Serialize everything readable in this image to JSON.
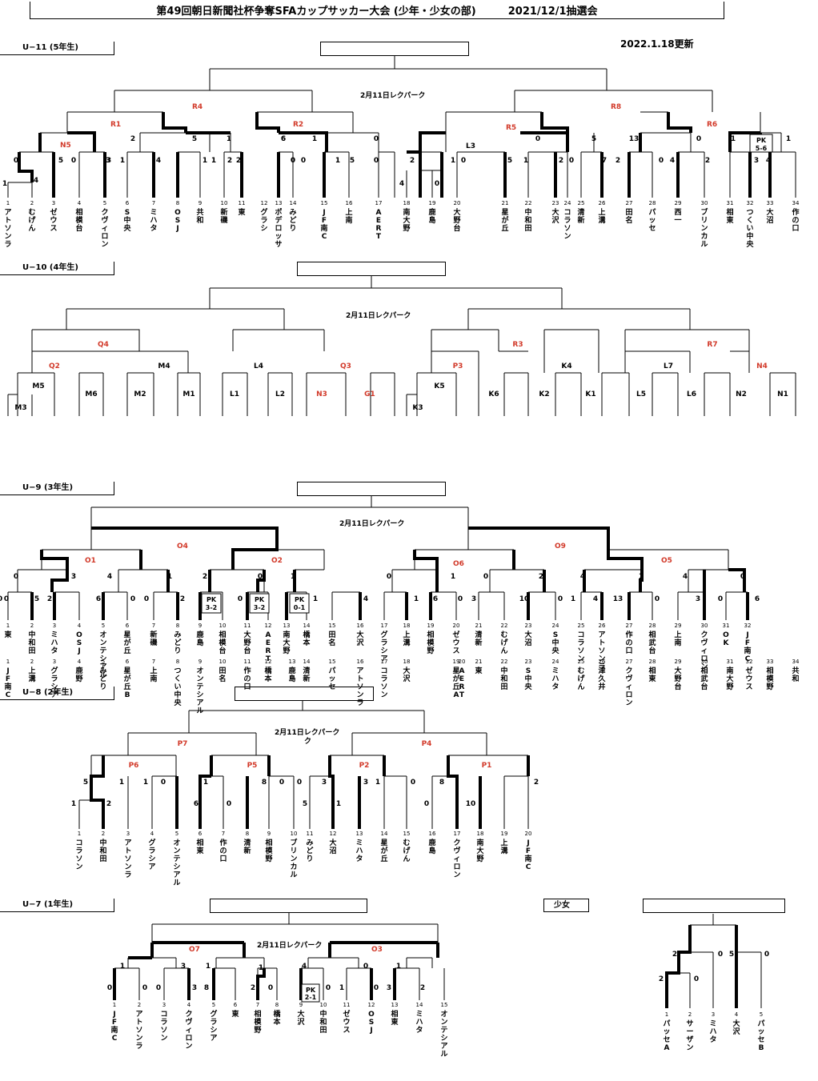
{
  "header": {
    "title": "第49回朝日新聞社杯争奪SFAカップサッカー大会 (少年・少女の部)",
    "draw_date": "2021/12/1抽選会",
    "updated": "2022.1.18更新"
  },
  "sections": {
    "u11": {
      "label": "U−11 (5年生)",
      "venue": "2月11日レクパーク",
      "teams": [
        "アトソンラ",
        "むげん",
        "ゼウス",
        "相模台",
        "クヴィロン",
        "S中央",
        "ミハタ",
        "OSJ",
        "共和",
        "新磯",
        "東",
        "グラシ",
        "ポデロッサ",
        "みどり",
        "JF南C",
        "上南",
        "AERT",
        "南大野",
        "鹿島",
        "大野台",
        "星が丘",
        "中和田",
        "大沢",
        "コラソン",
        "清新",
        "上溝",
        "田名",
        "パッセ",
        "西一",
        "ブリンカル",
        "相東",
        "つくい中央",
        "大沼",
        "作の口"
      ],
      "scores": {
        "a1": "1",
        "a2": "4",
        "b1": "0",
        "b2": "3",
        "c1": "5",
        "c2": "0",
        "d1": "3",
        "e1": "1",
        "e2": "4",
        "e3": "2",
        "f1": "6",
        "g1": "5",
        "g2": "1",
        "h1": "1",
        "h2": "1",
        "i1": "2",
        "i2": "2",
        "j1": "0",
        "j2": "0",
        "k1": "6",
        "k2": "1",
        "l1": "1",
        "l2": "5",
        "m1": "0",
        "m2": "0",
        "n1": "4",
        "n2": "0",
        "o1": "2",
        "o2": "1",
        "o3": "0",
        "p1": "5",
        "q1": "L3",
        "r1": "1",
        "r2": "2",
        "r3": "0",
        "s1": "0",
        "s2": "5",
        "t1": "7",
        "u1": "2",
        "u2": "13",
        "v1": "0",
        "v2": "4",
        "w1": "0",
        "w2": "2",
        "x1": "1",
        "x2": "3",
        "x3": "4",
        "y1": "1"
      },
      "rounds": {
        "r4": "R4",
        "r8": "R8",
        "r1": "R1",
        "r2": "R2",
        "r5": "R5",
        "r6": "R6",
        "n5": "N5"
      },
      "pk": {
        "label": "PK",
        "score": "5-6"
      }
    },
    "u10": {
      "label": "U−10 (4年生)",
      "venue": "2月11日レクパーク",
      "teams": [
        "JF南C",
        "上溝",
        "グラシア",
        "鹿野",
        "みどり",
        "星が丘B",
        "上南",
        "つくい中央",
        "オンテシアル",
        "田名",
        "作の口",
        "橋本",
        "鹿島",
        "清新",
        "パッセ",
        "アトソンラ",
        "コラソン",
        "大沢",
        "星が丘A",
        "AERT",
        "東",
        "中和田",
        "S中央",
        "ミハタ",
        "むげん",
        "津久井",
        "クヴィロン",
        "相東",
        "大野台",
        "相武台",
        "南大野",
        "ゼウス",
        "相模野",
        "共和"
      ],
      "rounds": {
        "q4": "Q4",
        "r3": "R3",
        "r7": "R7",
        "q2": "Q2",
        "m4": "M4",
        "l4": "L4",
        "q3": "Q3",
        "p3": "P3",
        "k4": "K4",
        "l7": "L7",
        "n4": "N4",
        "m5": "M5",
        "m6": "M6",
        "m2": "M2",
        "m1": "M1",
        "l1": "L1",
        "l2": "L2",
        "n3": "N3",
        "g1": "G1",
        "k5": "K5",
        "k6": "K6",
        "k2": "K2",
        "k1": "K1",
        "l5": "L5",
        "l6": "L6",
        "n2": "N2",
        "n1": "N1",
        "m3": "M3",
        "k3": "K3"
      }
    },
    "u9": {
      "label": "U−9 (3年生)",
      "venue": "2月11日レクパーク",
      "teams": [
        "東",
        "中和田",
        "ミハタ",
        "OSJ",
        "オンテシアル",
        "星が丘",
        "新磯",
        "みどり",
        "鹿島",
        "相模台",
        "大野台",
        "AERT",
        "南大野",
        "橋本",
        "田名",
        "大沢",
        "グラシア",
        "上溝",
        "相模野",
        "ゼウス",
        "清新",
        "むげん",
        "大沼",
        "S中央",
        "コラソン",
        "アトソンラ",
        "作の口",
        "相武台",
        "上南",
        "クヴィロン",
        "OK",
        "JF南C"
      ],
      "rounds": {
        "o4": "O4",
        "o9": "O9",
        "o1": "O1",
        "o2": "O2",
        "o6": "O6",
        "o5": "O5"
      },
      "scores": {
        "a1": "0",
        "a2": "3",
        "a3": "0",
        "a4": "5",
        "a5": "2",
        "b1": "4",
        "b2": "1",
        "b3": "6",
        "b4": "0",
        "b5": "0",
        "b6": "2",
        "c1": "2",
        "c2": "0",
        "c3": "0",
        "c4": "1",
        "c5": "1",
        "c6": "4",
        "d1": "0",
        "d2": "1",
        "d3": "1",
        "d4": "6",
        "d5": "0",
        "e1": "0",
        "e2": "2",
        "e3": "3",
        "e4": "10",
        "e5": "0",
        "e6": "1",
        "f1": "4",
        "f2": "1",
        "f3": "4",
        "f4": "13",
        "f5": "0",
        "g1": "4",
        "g2": "0",
        "g3": "3",
        "g4": "0",
        "g5": "6",
        "h1": "0"
      },
      "pk": [
        {
          "label": "PK",
          "score": "3-2"
        },
        {
          "label": "PK",
          "score": "3-2"
        },
        {
          "label": "PK",
          "score": "0-1"
        }
      ]
    },
    "u8": {
      "label": "U−8 (2年生)",
      "venue": "2月11日レクパーク",
      "teams": [
        "コラソン",
        "中和田",
        "アトソンラ",
        "グラシア",
        "オンテシアル",
        "相東",
        "作の口",
        "清新",
        "相模野",
        "ブリンカル",
        "みどり",
        "大沼",
        "ミハタ",
        "星が丘",
        "むげん",
        "鹿島",
        "クヴィロン",
        "南大野",
        "上溝",
        "JF南C"
      ],
      "rounds": {
        "p7": "P7",
        "p4": "P4",
        "p6": "P6",
        "p5": "P5",
        "p2": "P2",
        "p1": "P1"
      },
      "scores": {
        "a1": "5",
        "a2": "1",
        "a3": "2",
        "a4": "1",
        "a5": "0",
        "a6": "1",
        "b1": "1",
        "b2": "6",
        "b3": "8",
        "b4": "0",
        "b5": "0",
        "b6": "0",
        "c1": "3",
        "c2": "5",
        "c3": "1",
        "c4": "3",
        "c5": "1",
        "c6": "0",
        "d1": "8",
        "d2": "0",
        "d3": "10",
        "d4": "2"
      }
    },
    "u7": {
      "label": "U−7 (1年生)",
      "venue": "2月11日レクパーク",
      "teams": [
        "JF南C",
        "アトソンラ",
        "コラソン",
        "クヴィロン",
        "グラシア",
        "東",
        "相模野",
        "橋本",
        "大沢",
        "中和田",
        "ゼウス",
        "OSJ",
        "相東",
        "ミハタ",
        "オンテシアル"
      ],
      "rounds": {
        "o7": "O7",
        "o3": "O3"
      },
      "scores": {
        "a1": "1",
        "a2": "3",
        "a3": "0",
        "a4": "0",
        "a5": "0",
        "b1": "1",
        "b2": "8",
        "b3": "3",
        "b4": "1",
        "b5": "2",
        "b6": "0",
        "c1": "4",
        "c2": "0",
        "c3": "0",
        "c4": "1",
        "c5": "0",
        "d1": "1",
        "d2": "3",
        "d3": "2"
      },
      "pk": {
        "label": "PK",
        "score": "2-1"
      }
    },
    "girls": {
      "label": "少女",
      "teams": [
        "パッセA",
        "サーザン",
        "ミハタ",
        "大沢",
        "パッセB"
      ],
      "scores": {
        "a1": "2",
        "a2": "2",
        "a3": "0",
        "a4": "0",
        "a5": "5",
        "a6": "0"
      }
    }
  }
}
